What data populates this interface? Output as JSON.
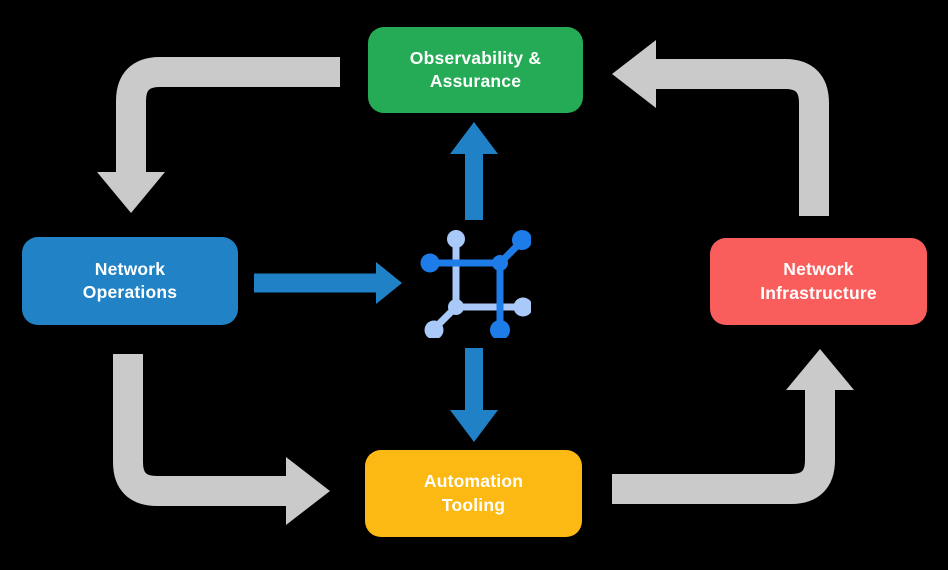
{
  "diagram": {
    "background": "#000000",
    "nodes": {
      "observability": {
        "line1": "Observability &",
        "line2": "Assurance",
        "color": "#25ab55"
      },
      "operations": {
        "line1": "Network",
        "line2": "Operations",
        "color": "#2183c5"
      },
      "infrastructure": {
        "line1": "Network",
        "line2": "Infrastructure",
        "color": "#fa5e5c"
      },
      "automation": {
        "line1": "Automation",
        "line2": "Tooling",
        "color": "#fdb913"
      }
    },
    "arrows": {
      "flow_color": "#cacaca",
      "accent_color": "#2181c6",
      "flow": [
        {
          "from": "observability",
          "to": "operations"
        },
        {
          "from": "infrastructure",
          "to": "observability"
        },
        {
          "from": "operations",
          "to": "automation"
        },
        {
          "from": "automation",
          "to": "infrastructure"
        }
      ],
      "accent": [
        {
          "from": "operations",
          "to": "center-icon"
        },
        {
          "from": "center-icon",
          "to": "observability"
        },
        {
          "from": "center-icon",
          "to": "automation"
        }
      ]
    },
    "center_icon": {
      "name": "network-hub-icon",
      "primary_color": "#1e7ce8",
      "secondary_color": "#a9c9f8"
    }
  }
}
